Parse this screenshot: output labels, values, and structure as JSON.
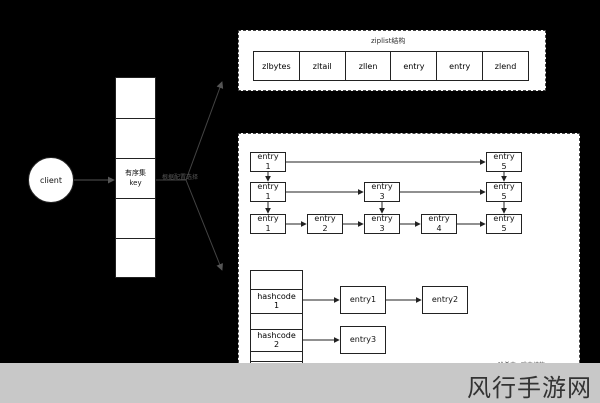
{
  "client": "client",
  "column": {
    "middle_label": "有序集\nkey"
  },
  "fork_label": "根据配置选择",
  "ziplist": {
    "title": "ziplist结构",
    "cells": [
      "zlbytes",
      "zltail",
      "zllen",
      "entry",
      "entry",
      "zlend"
    ]
  },
  "skiplist": {
    "r1": [
      "entry\n1",
      "entry\n5"
    ],
    "r2": [
      "entry\n1",
      "entry\n3",
      "entry\n5"
    ],
    "r3": [
      "entry\n1",
      "entry\n2",
      "entry\n3",
      "entry\n4",
      "entry\n5"
    ]
  },
  "hash": {
    "slots": [
      "hashcode\n1",
      "hashcode\n2"
    ],
    "entries": [
      "entry1",
      "entry2",
      "entry3"
    ],
    "caption": "哈希表+跳表结构"
  },
  "watermark": "风行手游网"
}
